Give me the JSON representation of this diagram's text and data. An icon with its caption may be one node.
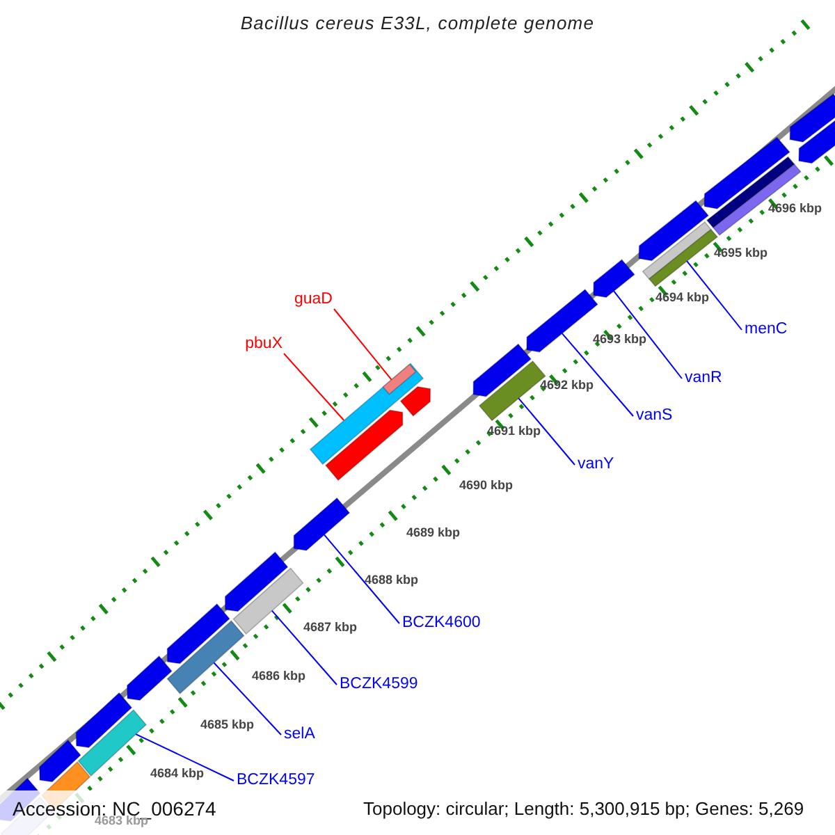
{
  "diagram": {
    "title": "Bacillus cereus E33L, complete genome",
    "nodes": [
      {
        "text": [
          "guaD"
        ]
      },
      {
        "text": [
          "menC"
        ]
      },
      {
        "text": [
          "pbuX"
        ]
      },
      {
        "text": [
          "vanR"
        ]
      },
      {
        "text": [
          "vanS"
        ]
      },
      {
        "text": [
          "vanY"
        ]
      },
      {
        "text": [
          "BCZK4600"
        ]
      },
      {
        "text": [
          "BCZK4599"
        ]
      },
      {
        "text": [
          "selA"
        ]
      },
      {
        "text": [
          "BCZK4597"
        ]
      },
      {
        "text": [],
        "shape": "pentagon"
      },
      {
        "text": [],
        "shape": "pentagon"
      },
      {
        "text": [],
        "shape": "pentagon"
      },
      {
        "text": [],
        "shape": "bar"
      },
      {
        "text": [],
        "shape": "bar"
      },
      {
        "text": [],
        "shape": "pentagon"
      },
      {
        "text": [],
        "shape": "bar"
      },
      {
        "text": [],
        "shape": "bar"
      },
      {
        "text": [],
        "shape": "pentagon"
      },
      {
        "text": [],
        "shape": "pentagon"
      },
      {
        "text": [],
        "shape": "pentagon"
      },
      {
        "text": [],
        "shape": "bar"
      },
      {
        "text": [],
        "shape": "bar",
        "in": 21
      },
      {
        "text": [],
        "shape": "bar"
      },
      {
        "text": [],
        "shape": "pentagon"
      },
      {
        "text": [],
        "shape": "pentagon"
      },
      {
        "text": [],
        "shape": "pentagon"
      },
      {
        "text": [],
        "shape": "pentagon"
      },
      {
        "text": [],
        "shape": "bar"
      },
      {
        "text": [],
        "shape": "pentagon"
      },
      {
        "text": [],
        "shape": "bar"
      },
      {
        "text": [],
        "shape": "pentagon"
      },
      {
        "text": [],
        "shape": "pentagon"
      },
      {
        "text": [],
        "shape": "bar"
      },
      {
        "text": [],
        "shape": "pentagon"
      },
      {
        "text": [],
        "shape": "bar"
      },
      {
        "text": [],
        "shape": "pentagon"
      },
      {
        "text": [],
        "shape": "bar"
      }
    ],
    "edges": [
      {
        "from": 0,
        "to": 22,
        "arrow": "none",
        "color": "#ff0000"
      },
      {
        "from": 1,
        "to": 17,
        "arrow": "none"
      },
      {
        "from": 2,
        "to": 21,
        "arrow": "none",
        "color": "#ff0000"
      },
      {
        "from": 3,
        "to": 18,
        "arrow": "none"
      },
      {
        "from": 4,
        "to": 19,
        "arrow": "none"
      },
      {
        "from": 5,
        "to": 23,
        "arrow": "none"
      },
      {
        "from": 6,
        "to": 26,
        "arrow": "none"
      },
      {
        "from": 7,
        "to": 28,
        "arrow": "none"
      },
      {
        "from": 8,
        "to": 30,
        "arrow": "none"
      },
      {
        "from": 9,
        "to": 33,
        "arrow": "none"
      }
    ],
    "labels": [
      "4696 kbp",
      "4695 kbp",
      "4694 kbp",
      "4693 kbp",
      "4692 kbp",
      "4691 kbp",
      "4690 kbp",
      "4689 kbp",
      "4688 kbp",
      "4687 kbp",
      "4686 kbp",
      "4685 kbp",
      "4684 kbp",
      "Accession: NC_006274",
      "4683 kbp",
      "Topology: circular; Length: 5,300,915 bp; Genes: 5,269"
    ]
  }
}
